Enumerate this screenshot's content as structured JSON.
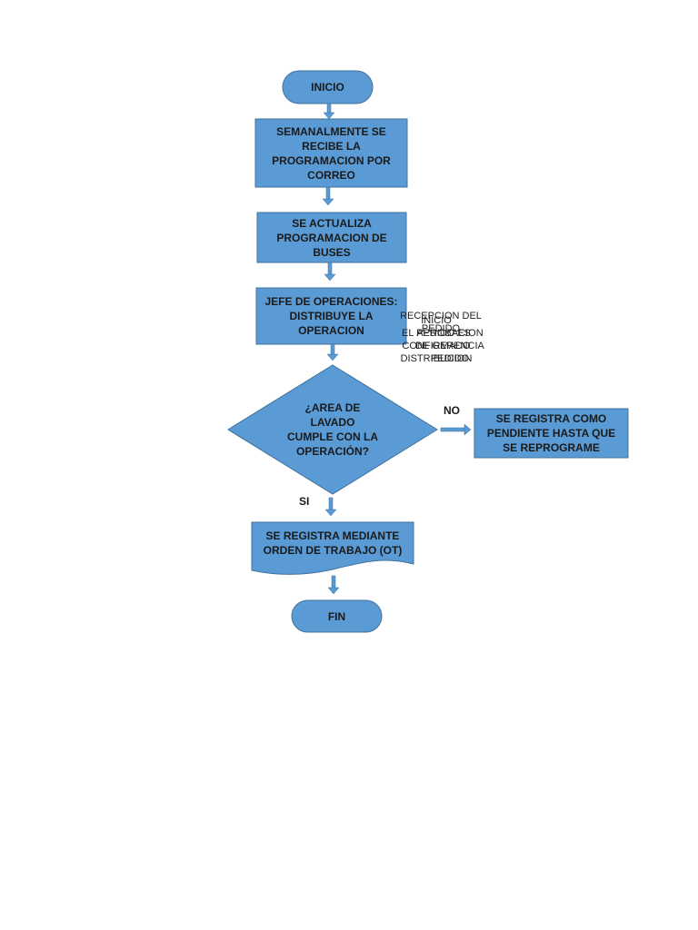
{
  "nodes": {
    "start": "INICIO",
    "receive": "SEMANALMENTE SE\nRECIBE LA\nPROGRAMACION POR\nCORREO",
    "update": "SE ACTUALIZA\nPROGRAMACION DE\nBUSES",
    "distribute": "JEFE DE OPERACIONES:\nDISTRIBUYE LA\nOPERACION",
    "decision": "¿AREA DE\nLAVADO\nCUMPLE CON LA\nOPERACIÓN?",
    "pending": "SE REGISTRA COMO\nPENDIENTE HASTA QUE\nSE REPROGRAME",
    "work_order": "SE REGISTRA MEDIANTE\nORDEN DE TRABAJO (OT)",
    "end": "FIN"
  },
  "edges": {
    "no": "NO",
    "yes": "SI"
  },
  "overlap_text": [
    "INICIO\nEL PEDIDO ES\nCONFIRMADO\nDISTRIBUCION",
    "APROBACION\nDE GERENCIA\nPEDIDO",
    "RECEPCION DEL\nPEDIDO"
  ],
  "colors": {
    "shape_fill": "#5b9bd5",
    "shape_stroke": "#41719c",
    "arrow": "#4f81bd"
  }
}
